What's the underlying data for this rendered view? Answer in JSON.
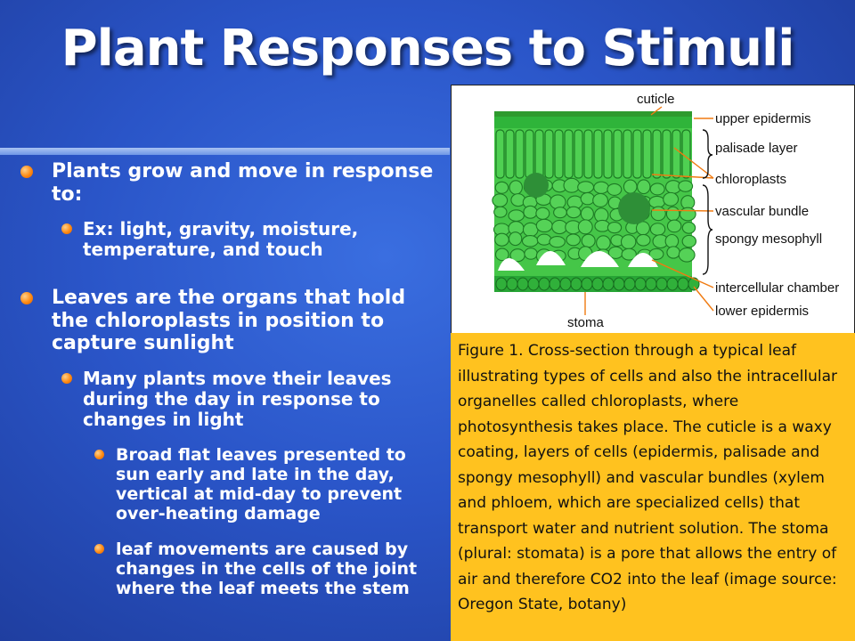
{
  "slide": {
    "title": "Plant Responses to Stimuli",
    "bullets": [
      {
        "level": 1,
        "text": "Plants grow and move in response to:"
      },
      {
        "level": 2,
        "text": "Ex: light, gravity, moisture, temperature, and touch"
      },
      {
        "level": 1,
        "text": "Leaves are the organs that hold the chloroplasts  in position to capture sunlight"
      },
      {
        "level": 2,
        "text": "Many plants move their leaves during the day in response to changes in light"
      },
      {
        "level": 3,
        "text": "Broad flat leaves presented to sun early and late in the day, vertical at mid-day to prevent over-heating damage"
      },
      {
        "level": 3,
        "text": "leaf movements are caused by changes in the cells of the joint where the leaf meets the stem"
      }
    ],
    "figure": {
      "labels": {
        "cuticle": "cuticle",
        "upper_epidermis": "upper epidermis",
        "palisade_layer": "palisade layer",
        "chloroplasts": "chloroplasts",
        "vascular_bundle": "vascular bundle",
        "spongy_mesophyll": "spongy mesophyll",
        "intercellular_chamber": "intercellular chamber",
        "lower_epidermis": "lower epidermis",
        "stoma": "stoma"
      },
      "caption": "Figure 1. Cross-section through a typical leaf illustrating types of cells and also the intracellular organelles called chloroplasts, where photosynthesis takes place. The cuticle is a waxy coating, layers of cells (epidermis, palisade and spongy mesophyll) and vascular bundles (xylem and phloem, which are specialized cells) that transport water and nutrient solution. The stoma (plural: stomata) is a pore that allows the entry of air and therefore CO2 into the leaf (image source: Oregon State, botany)"
    },
    "colors": {
      "background": "#2a55c8",
      "bullet": "#ff8a12",
      "caption_bg": "#ffc21f",
      "leaf_green": "#3cc43c"
    }
  }
}
